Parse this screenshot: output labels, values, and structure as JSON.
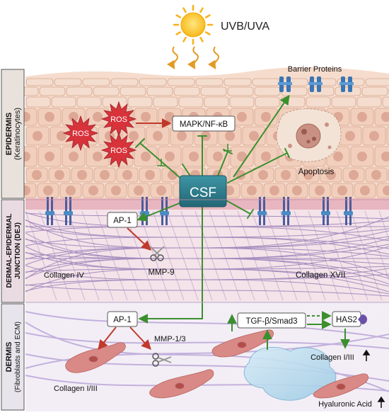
{
  "light_source": "UVB/UVA",
  "layers": {
    "epidermis": {
      "title": "EPIDERMIS",
      "subtitle": "(Keratinocytes)"
    },
    "dej": {
      "title": "DERMAL-EPIDERMAL",
      "subtitle": "JUNCTION (DEJ)"
    },
    "dermis": {
      "title": "DERMIS",
      "subtitle": "(Fibroblasts and ECM)"
    }
  },
  "nodes": {
    "ros": "ROS",
    "mapk": "MAPK/NF-κB",
    "barrier_proteins": "Barrier Proteins",
    "apoptosis": "Apoptosis",
    "csf": "CSF",
    "ap1": "AP-1",
    "mmp9": "MMP-9",
    "collagen_iv": "Collagen IV",
    "collagen_xvii": "Collagen XVII",
    "tgf": "TGF-β/Smad3",
    "has2": "HAS2",
    "mmp13": "MMP-1/3",
    "collagen_i_iii": "Collagen I/III",
    "collagen_up": "Collagen I/III",
    "hyaluronic_acid": "Hyaluronic Acid"
  },
  "colors": {
    "activation": "#3b8f2e",
    "induction": "#c0392b",
    "csf_box": "#2f7d8c",
    "ros_burst": "#d8333b",
    "skin_top": "#f3d3c0",
    "dej_band": "#e8b6c0",
    "dermis_bg": "#f3eef6"
  }
}
